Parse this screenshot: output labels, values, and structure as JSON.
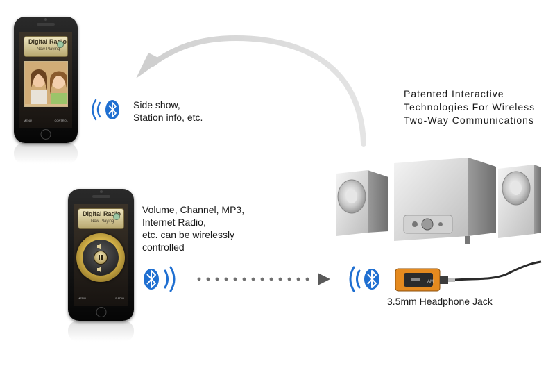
{
  "phone_top": {
    "radio_title": "Digital Radio",
    "radio_subtitle": "Now Playing",
    "softkey_left": "MENU",
    "softkey_right": "CONTROL"
  },
  "phone_bottom": {
    "radio_title": "Digital Radio",
    "radio_subtitle": "Now Playing",
    "softkey_left": "MENU",
    "softkey_right": "RADIO"
  },
  "labels": {
    "slideshow_line1": "Side show,",
    "slideshow_line2": "Station info,   etc.",
    "controls_line1": "Volume, Channel, MP3,",
    "controls_line2": "Internet Radio,",
    "controls_line3": "etc. can be wirelessly",
    "controls_line4": "controlled",
    "patent_line1": "Patented Interactive",
    "patent_line2": "Technologies For Wireless",
    "patent_line3": "Two-Way Communications",
    "jack_label": "3.5mm Headphone Jack"
  },
  "colors": {
    "bluetooth_blue": "#1f6fd1",
    "arrow_gray": "#c8c8c8",
    "dots_gray": "#6e6e6e",
    "adapter_orange": "#e58a1f"
  },
  "icons": {
    "bluetooth": "bluetooth-icon",
    "arrow": "curved-arrow",
    "speakers": "speaker-system"
  }
}
